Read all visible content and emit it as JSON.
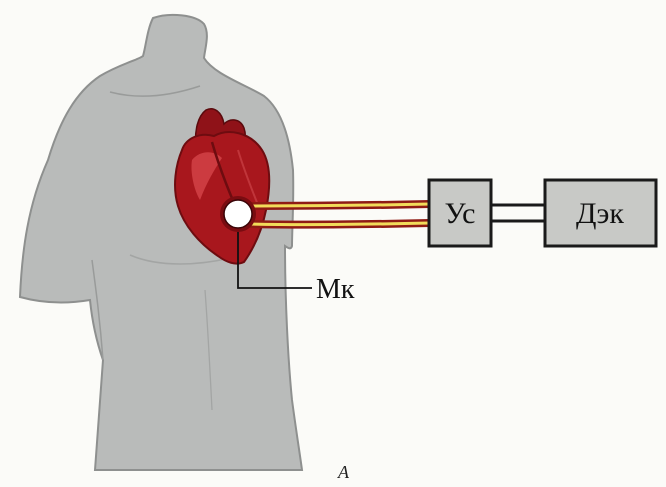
{
  "labels": {
    "amplifier": "Ус",
    "ecg_device": "Дэк",
    "microphone": "Мк",
    "figure": "А"
  },
  "colors": {
    "torso_fill": "#b9bbba",
    "torso_stroke": "#8e908f",
    "heart": "#a8171d",
    "heart_dark": "#6e0c10",
    "heart_light": "#d8484c",
    "wire_outer": "#8f1b14",
    "wire_inner": "#f2dc5a",
    "box_fill": "#c8c9c6",
    "box_stroke": "#1a1a1a"
  },
  "icons": [
    "torso-silhouette",
    "heart-illustration",
    "microphone-sensor"
  ]
}
